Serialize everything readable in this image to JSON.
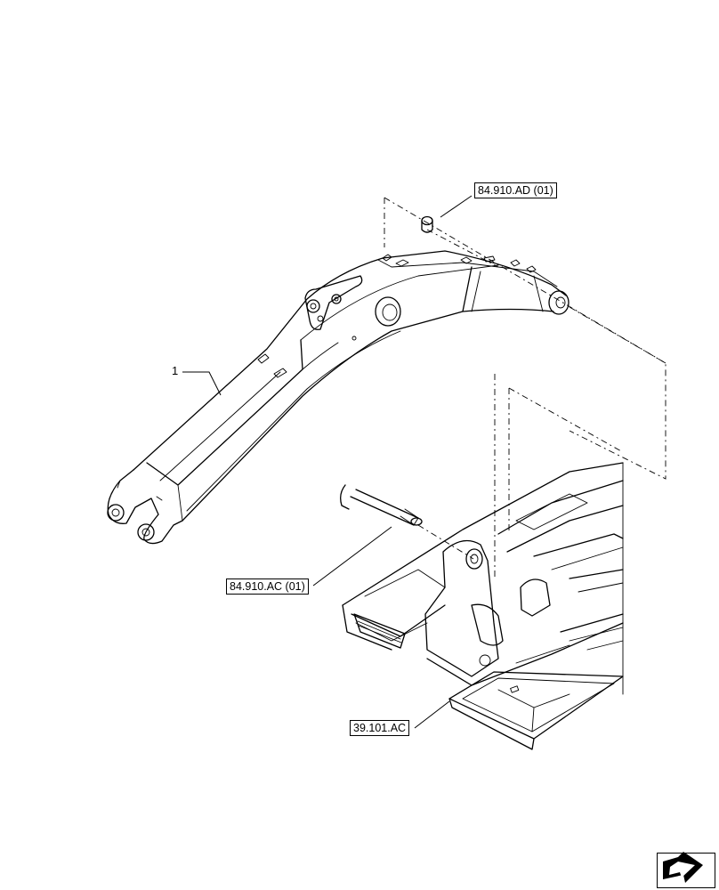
{
  "callouts": [
    {
      "id": "ad",
      "label": "84.910.AD (01)"
    },
    {
      "id": "ac",
      "label": "84.910.AC (01)"
    },
    {
      "id": "chassis",
      "label": "39.101.AC"
    }
  ],
  "item_number": "1",
  "nav_icon": "arrow-icon"
}
